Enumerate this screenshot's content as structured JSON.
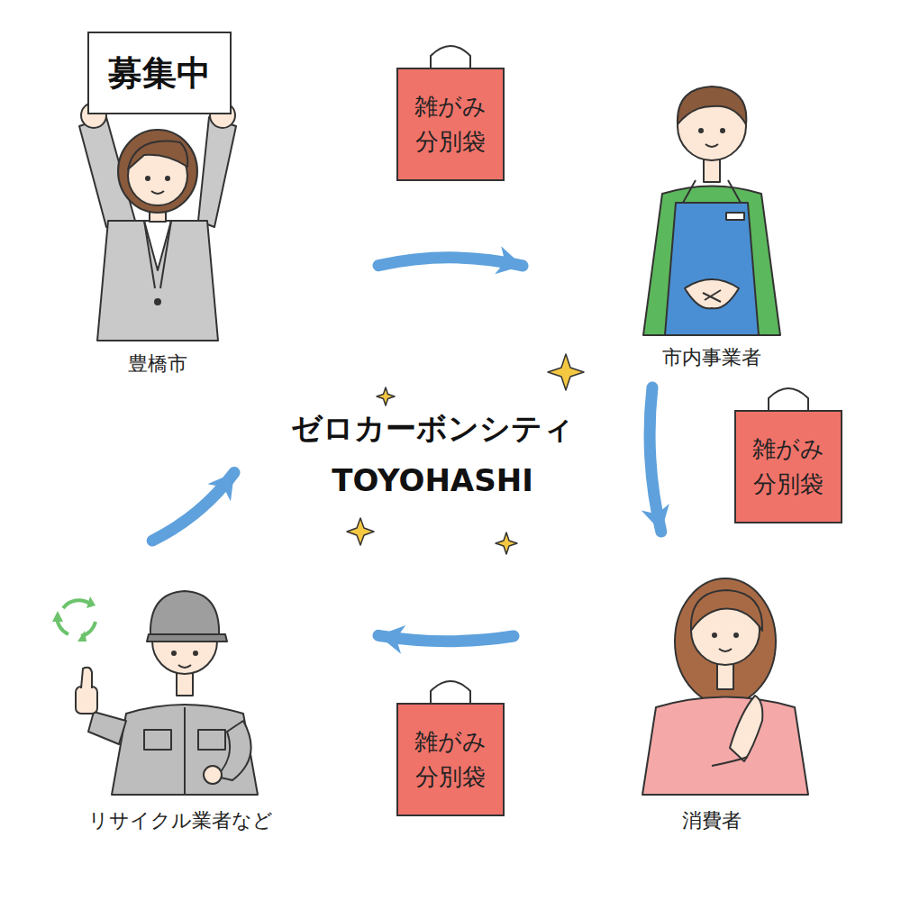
{
  "diagram": {
    "nodes": [
      {
        "text": [
          "豊橋市"
        ]
      },
      {
        "text": [
          "募集中"
        ],
        "in": 0
      },
      {
        "text": [
          "雑がみ 分別袋"
        ]
      },
      {
        "text": [
          "市内事業者"
        ]
      },
      {
        "text": [
          "ゼロカーボンシティ TOYOHASHI"
        ]
      },
      {
        "text": [
          "雑がみ 分別袋"
        ]
      },
      {
        "text": [
          "リサイクル業者など"
        ]
      },
      {
        "text": [
          "雑がみ 分別袋"
        ]
      },
      {
        "text": [
          "消費者"
        ]
      }
    ],
    "edges": [
      {
        "from": 0,
        "to": 3,
        "arrow": "to"
      },
      {
        "from": 3,
        "to": 8,
        "arrow": "to"
      },
      {
        "from": 8,
        "to": 6,
        "arrow": "to"
      },
      {
        "from": 6,
        "to": 4,
        "arrow": "to"
      }
    ]
  }
}
